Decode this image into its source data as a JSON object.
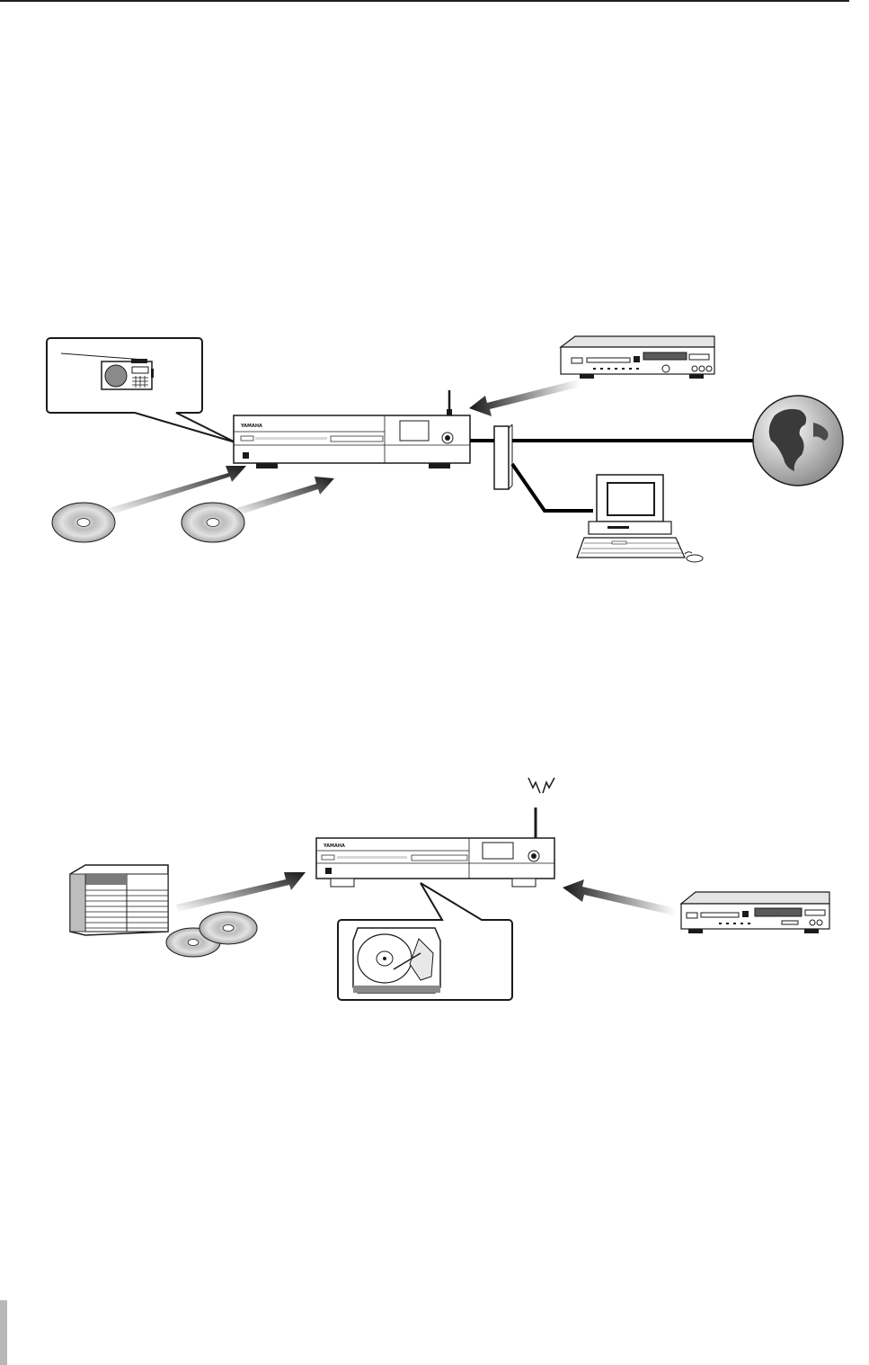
{
  "page": {
    "image_labels": {
      "brand_top": "YAMAHA",
      "brand_bottom": "YAMAHA"
    }
  },
  "figures": [
    {
      "id": "figure-top",
      "items": [
        "radio-callout",
        "compact-disc",
        "compact-disc",
        "network-player",
        "cd-player",
        "network-switch",
        "globe",
        "desktop-computer"
      ]
    },
    {
      "id": "figure-bottom",
      "items": [
        "cd-rack",
        "compact-disc",
        "compact-disc",
        "network-player",
        "hard-disk-callout",
        "cd-player",
        "wireless-antenna"
      ]
    }
  ],
  "colors": {
    "ink": "#1a1a1a",
    "line": "#000000",
    "panel": "#f2f2f2",
    "disc": "#c8c8c8"
  }
}
